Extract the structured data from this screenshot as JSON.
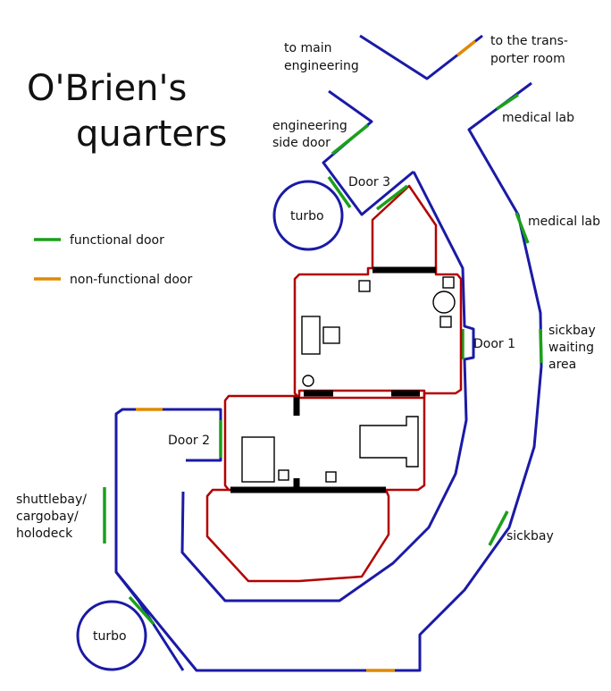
{
  "title": [
    "O'Brien's",
    "quarters"
  ],
  "legend": {
    "functional": "functional door",
    "nonfunctional": "non-functional door"
  },
  "labels": {
    "main_eng_1": "to main",
    "main_eng_2": "engineering",
    "transporter_1": "to the trans-",
    "transporter_2": "porter room",
    "eng_side_1": "engineering",
    "eng_side_2": "side door",
    "medical_lab_1": "medical lab",
    "medical_lab_2": "medical lab",
    "door3": "Door 3",
    "turbo_top": "turbo",
    "door1": "Door 1",
    "sickbay_wait_1": "sickbay",
    "sickbay_wait_2": "waiting",
    "sickbay_wait_3": "area",
    "door2": "Door 2",
    "shuttle_1": "shuttlebay/",
    "shuttle_2": "cargobay/",
    "shuttle_3": "holodeck",
    "sickbay": "sickbay",
    "turbo_bottom": "turbo"
  },
  "colors": {
    "corridor": "#1a1aa6",
    "room": "#b30000",
    "functional_door": "#1aa01a",
    "nonfunctional_door": "#e08a00"
  }
}
